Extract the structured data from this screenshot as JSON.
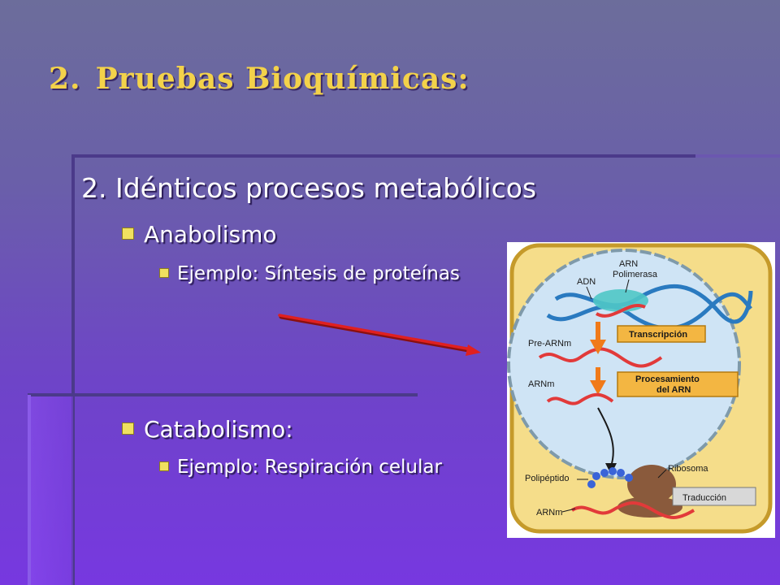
{
  "title": {
    "number": "2.",
    "text": "Pruebas Bioquímicas:"
  },
  "section_heading": "2. Idénticos procesos metabólicos",
  "items": [
    {
      "label": "Anabolismo",
      "example": "Ejemplo: Síntesis de proteínas"
    },
    {
      "label": "Catabolismo:",
      "example": "Ejemplo: Respiración celular"
    }
  ],
  "figure": {
    "labels": {
      "arn_polimerasa_1": "ARN",
      "arn_polimerasa_2": "Polimerasa",
      "adn": "ADN",
      "pre_arnm": "Pre-ARNm",
      "arnm_upper": "ARNm",
      "ribosoma": "Ribosoma",
      "polipeptido": "Polipéptido",
      "arnm_lower": "ARNm"
    },
    "steps": {
      "transcripcion": "Transcripción",
      "procesamiento_1": "Procesamiento",
      "procesamiento_2": "del ARN",
      "traduccion": "Traducción"
    }
  },
  "colors": {
    "title": "#f3d24a",
    "bullet": "#f0e060",
    "arrow": "#e02020",
    "cell_fill": "#f5dd8a",
    "nucleus_fill": "#cfe4f5",
    "step_box": "#f3b642",
    "rna": "#e23a3a",
    "dna": "#2a7ac0"
  }
}
